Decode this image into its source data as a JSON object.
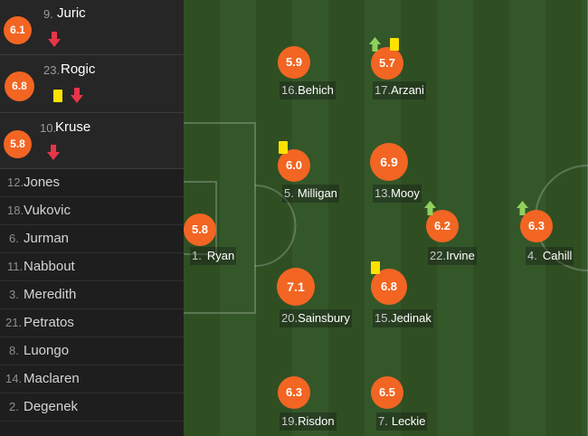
{
  "substitutes": [
    {
      "number": "9.",
      "name": "Juric",
      "rating": "6.1",
      "yellow_card": false,
      "subbed_off": true
    },
    {
      "number": "23.",
      "name": "Rogic",
      "rating": "6.8",
      "yellow_card": true,
      "subbed_off": true
    },
    {
      "number": "10.",
      "name": "Kruse",
      "rating": "5.8",
      "yellow_card": false,
      "subbed_off": true
    }
  ],
  "bench": [
    {
      "number": "12.",
      "name": "Jones"
    },
    {
      "number": "18.",
      "name": "Vukovic"
    },
    {
      "number": "6.",
      "name": "Jurman"
    },
    {
      "number": "11.",
      "name": "Nabbout"
    },
    {
      "number": "3.",
      "name": "Meredith"
    },
    {
      "number": "21.",
      "name": "Petratos"
    },
    {
      "number": "8.",
      "name": "Luongo"
    },
    {
      "number": "14.",
      "name": "Maclaren"
    },
    {
      "number": "2.",
      "name": "Degenek"
    }
  ],
  "lineup": [
    {
      "number": "16.",
      "name": "Behich",
      "rating": "5.9",
      "yellow_card": false,
      "subbed_on": false
    },
    {
      "number": "17.",
      "name": "Arzani",
      "rating": "5.7",
      "yellow_card": true,
      "subbed_on": true
    },
    {
      "number": "5.",
      "name": "Milligan",
      "rating": "6.0",
      "yellow_card": true,
      "subbed_on": false
    },
    {
      "number": "13.",
      "name": "Mooy",
      "rating": "6.9",
      "yellow_card": false,
      "subbed_on": false
    },
    {
      "number": "1.",
      "name": "Ryan",
      "rating": "5.8",
      "yellow_card": false,
      "subbed_on": false
    },
    {
      "number": "22.",
      "name": "Irvine",
      "rating": "6.2",
      "yellow_card": false,
      "subbed_on": true
    },
    {
      "number": "4.",
      "name": "Cahill",
      "rating": "6.3",
      "yellow_card": false,
      "subbed_on": true
    },
    {
      "number": "20.",
      "name": "Sainsbury",
      "rating": "7.1",
      "yellow_card": false,
      "subbed_on": false
    },
    {
      "number": "15.",
      "name": "Jedinak",
      "rating": "6.8",
      "yellow_card": true,
      "subbed_on": false
    },
    {
      "number": "19.",
      "name": "Risdon",
      "rating": "6.3",
      "yellow_card": false,
      "subbed_on": false
    },
    {
      "number": "7.",
      "name": "Leckie",
      "rating": "6.5",
      "yellow_card": false,
      "subbed_on": false
    }
  ],
  "icons": {
    "rating_badge_color": "#f26522",
    "yellow_card_color": "#ffe100",
    "sub_off_icon": "red-down-arrow-icon",
    "sub_on_icon": "green-up-arrow-icon",
    "card_icon": "yellow-card-icon"
  }
}
